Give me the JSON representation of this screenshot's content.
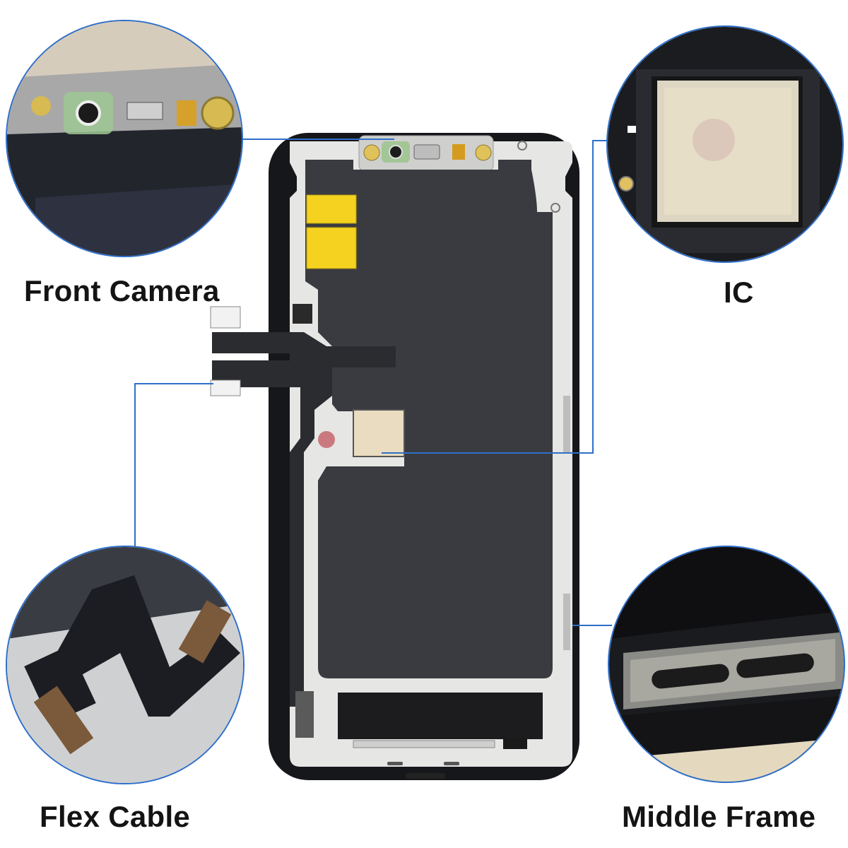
{
  "callouts": {
    "front_camera": {
      "label": "Front Camera"
    },
    "ic": {
      "label": "IC"
    },
    "flex_cable": {
      "label": "Flex Cable"
    },
    "middle_frame": {
      "label": "Middle Frame"
    }
  },
  "colors": {
    "callout_ring": "#2f6fc8",
    "phone_frame": "#16171b",
    "panel": "#3a3b40",
    "foil": "#e8e8e6",
    "yellow_tape": "#f4d21f",
    "label_text": "#141414"
  }
}
